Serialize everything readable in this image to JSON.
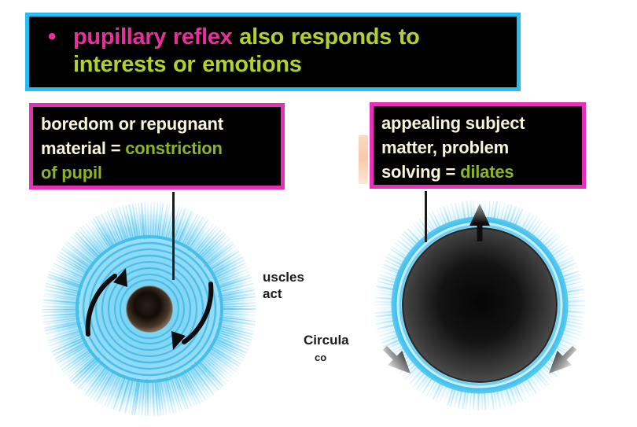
{
  "slide": {
    "background_color": "#ffffff",
    "banner": {
      "border_color": "#29BDEF",
      "background_color": "#000000",
      "bullet_glyph": "•",
      "segment_pink": "pupillary reflex ",
      "segment_green": "also responds to interests or emotions",
      "pink_color": "#E8309C",
      "green_color": "#B2D12E"
    },
    "callout_left": {
      "border_color": "#E630B8",
      "background_color": "#000000",
      "line1_cream": "boredom or repugnant",
      "line2_cream": "material = ",
      "line2_green": "constriction",
      "line3_green": "of pupil",
      "cream_color": "#F7F4D8",
      "green_color": "#8CB226"
    },
    "callout_right": {
      "border_color": "#E630B8",
      "background_color": "#000000",
      "line1_cream": "appealing subject",
      "line2_cream": "matter, problem",
      "line3_cream": "solving = ",
      "line3_green": "dilates",
      "cream_color": "#F7F4D8",
      "green_color": "#8CB226"
    },
    "figure": {
      "caption_clipped_line1": "uscles",
      "caption_clipped_line2": "act",
      "caption_clipped_line3": "Circula",
      "caption_clipped_line4": "co",
      "iris_color": "#7FD2F2",
      "left_eye_label": "constricted-pupil",
      "right_eye_label": "dilated-pupil"
    }
  }
}
